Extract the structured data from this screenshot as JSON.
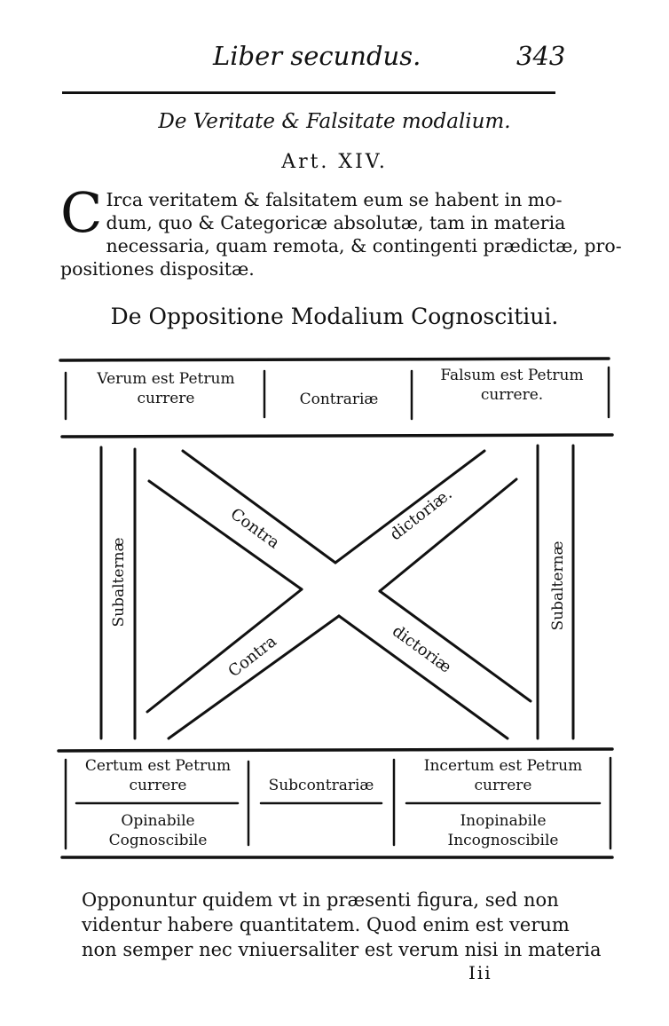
{
  "header": {
    "running_title": "Liber secundus.",
    "page_number": "343"
  },
  "section_title": "De Veritate & Falsitate modalium.",
  "article": "Art. XIV.",
  "paragraph": {
    "drop_cap": "C",
    "lines": [
      "Irca veritatem & falsitatem eum se habent in mo-",
      "dum, quo & Categoricæ absolutæ, tam in materia",
      "necessaria, quam remota, & contingenti prædictæ, pro-",
      "positiones dispositæ."
    ]
  },
  "diagram": {
    "title": "De Oppositione Modalium Cognoscitiui.",
    "top_left": [
      "Verum est Petrum",
      "currere"
    ],
    "top_middle": "Contrariæ",
    "top_right": [
      "Falsum est Petrum",
      "currere."
    ],
    "left_side": "Subalternæ",
    "right_side": "Subalternæ",
    "diag_upper_left": "Contra",
    "diag_upper_right": "dictoriæ.",
    "diag_lower_left": "Contra",
    "diag_lower_right": "dictoriæ",
    "bottom_left": [
      "Certum est Petrum",
      "currere"
    ],
    "bottom_left_sub": [
      "Opinabile",
      "Cognoscibile"
    ],
    "bottom_middle": "Subcontrariæ",
    "bottom_right": [
      "Incertum est Petrum",
      "currere"
    ],
    "bottom_right_sub": [
      "Inopinabile",
      "Incognoscibile"
    ]
  },
  "footer_text": {
    "lines": [
      "Opponuntur quidem vt in præsenti figura, sed non",
      "videntur habere quantitatem. Quod enim est verum",
      "non semper nec vniuersaliter est verum nisi in materia"
    ]
  },
  "signature_mark": "Iii"
}
